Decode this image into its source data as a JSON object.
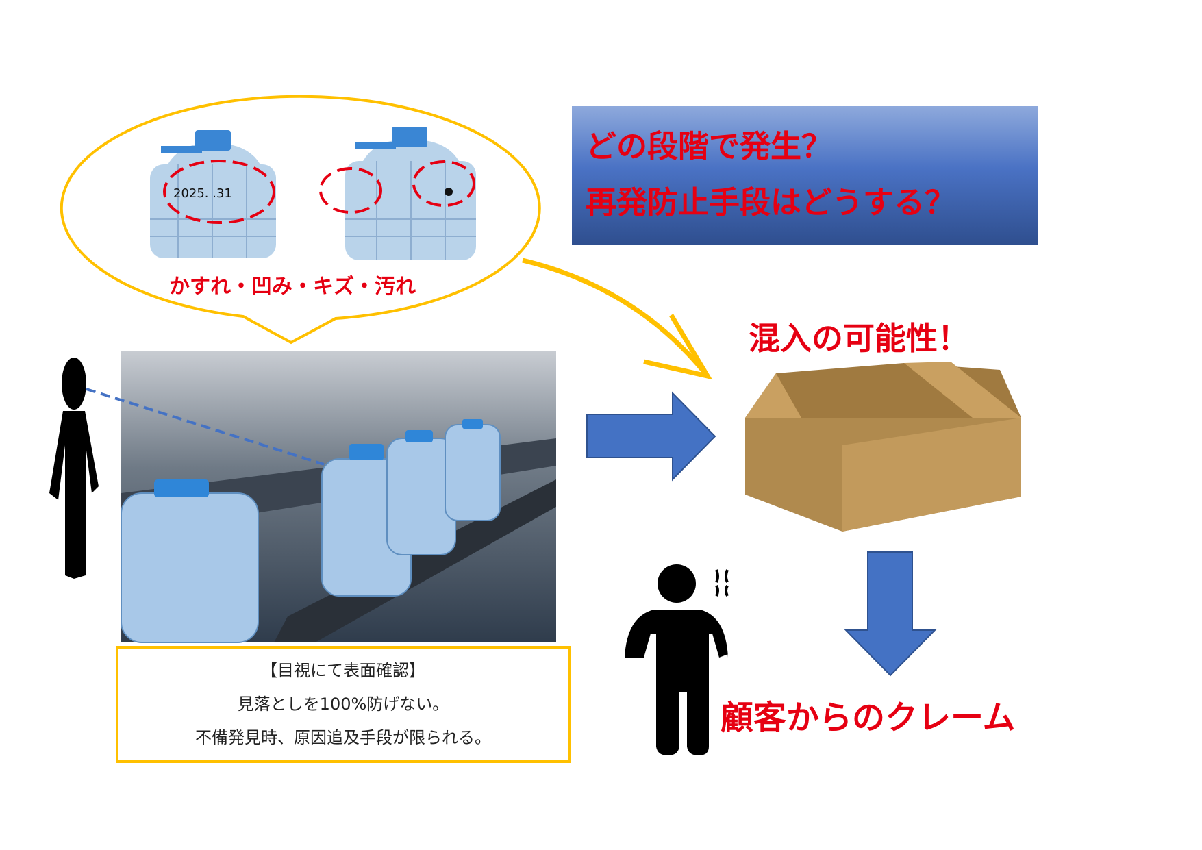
{
  "bubble": {
    "defects_caption": "かすれ・凹み・キズ・汚れ",
    "bottle_print": "2025.  .31"
  },
  "question_box": {
    "line1": "どの段階で発生？",
    "line2": "再発防止手段はどうする？"
  },
  "contamination_label": "混入の可能性！",
  "inspection_box": {
    "title": "【目視にて表面確認】",
    "line1": "見落としを100%防げない。",
    "line2": "不備発見時、原因追及手段が限られる。"
  },
  "complaint_label": "顧客からのクレーム",
  "colors": {
    "accent_red": "#e60012",
    "arrow_blue": "#4472c4",
    "outline_yellow": "#ffc000",
    "cardboard": "#b08a4e"
  }
}
